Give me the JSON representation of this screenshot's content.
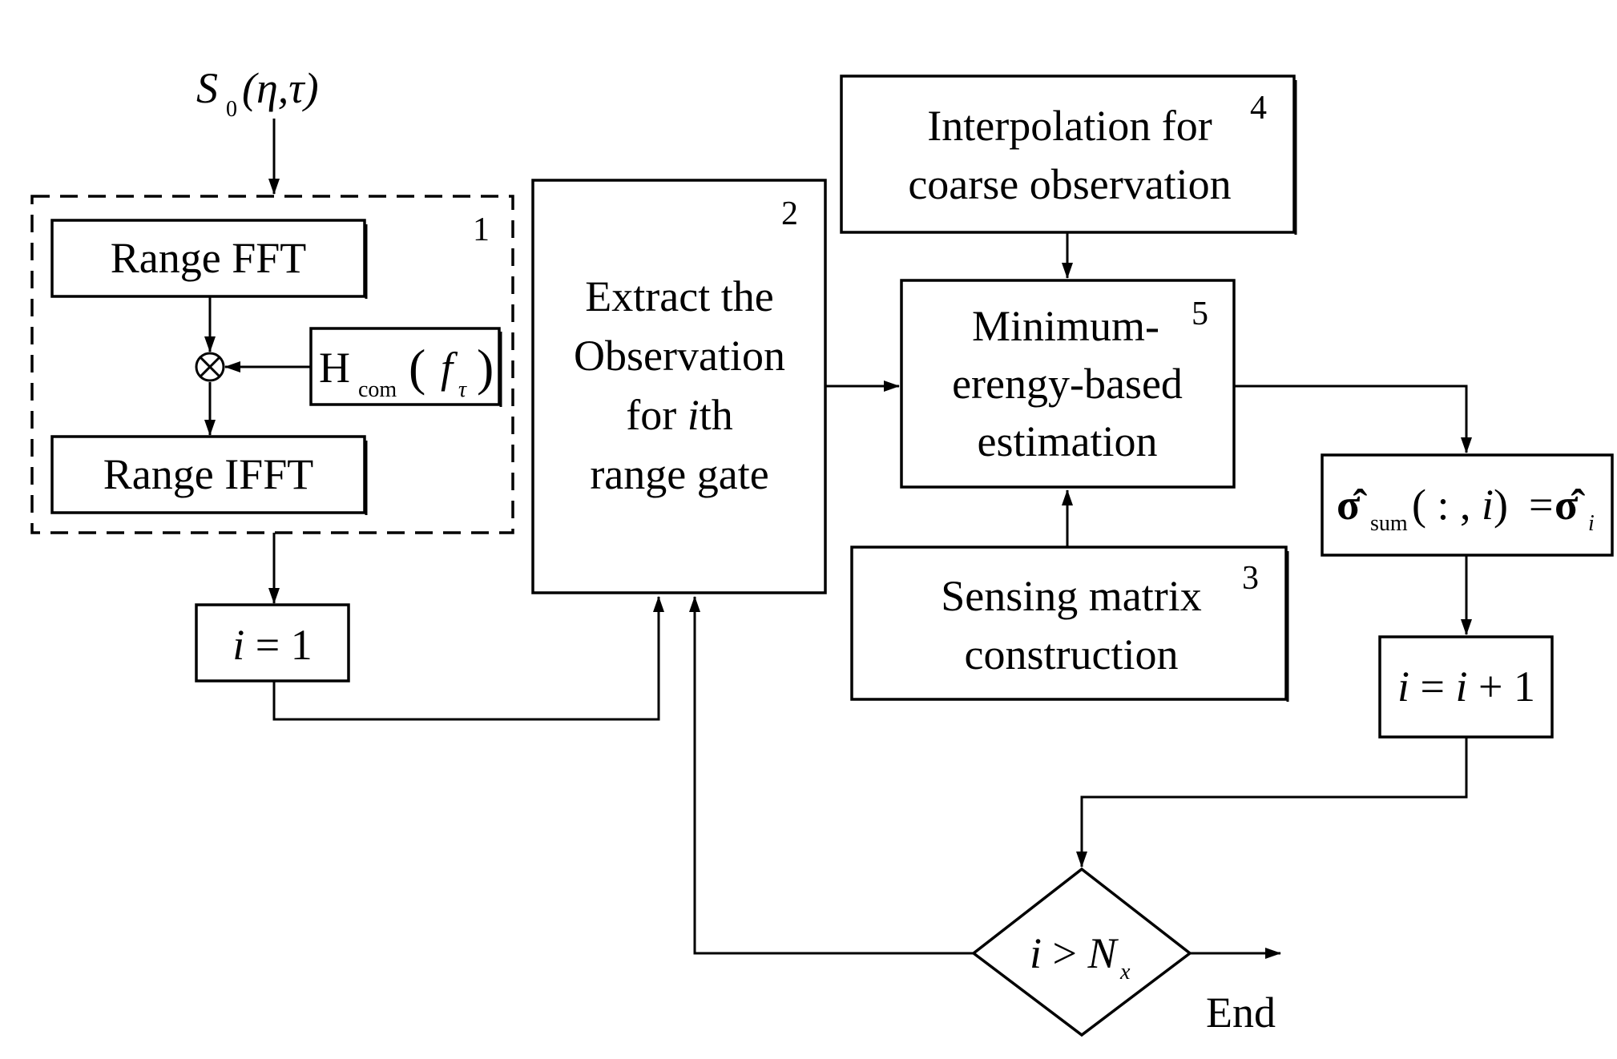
{
  "input": {
    "symbol": "S",
    "subscript": "0",
    "args": "(η,τ)"
  },
  "block1": {
    "number": "1",
    "range_fft": "Range FFT",
    "range_ifft": "Range IFFT",
    "filter": {
      "symbol": "H",
      "subscript": "com",
      "open": "(",
      "var": "f",
      "var_sub": "τ",
      "close": ")"
    }
  },
  "init": {
    "var": "i",
    "op": " = ",
    "value": "1"
  },
  "block2": {
    "number": "2",
    "lines": [
      "Extract the",
      "Observation",
      "for ",
      "th",
      "range gate"
    ],
    "italic_i": "i"
  },
  "block3": {
    "number": "3",
    "lines": [
      "Sensing matrix",
      "construction"
    ]
  },
  "block4": {
    "number": "4",
    "lines": [
      "Interpolation for",
      "coarse observation"
    ]
  },
  "block5": {
    "number": "5",
    "lines": [
      "Minimum-",
      "erengy-based",
      "estimation"
    ]
  },
  "assign": {
    "lhs": "σ̂",
    "lhs_sub": "sum",
    "args_open": " ( : , ",
    "args_var": "i",
    "args_close": ")",
    "eq": "=",
    "rhs": "σ̂",
    "rhs_sub": "i"
  },
  "increment": {
    "lhs": "i",
    "op": " = ",
    "rhs": "i",
    "plus": " + 1"
  },
  "condition": {
    "var": "i",
    "op": " > ",
    "bound": "N",
    "bound_sub": "x"
  },
  "end_label": "End"
}
